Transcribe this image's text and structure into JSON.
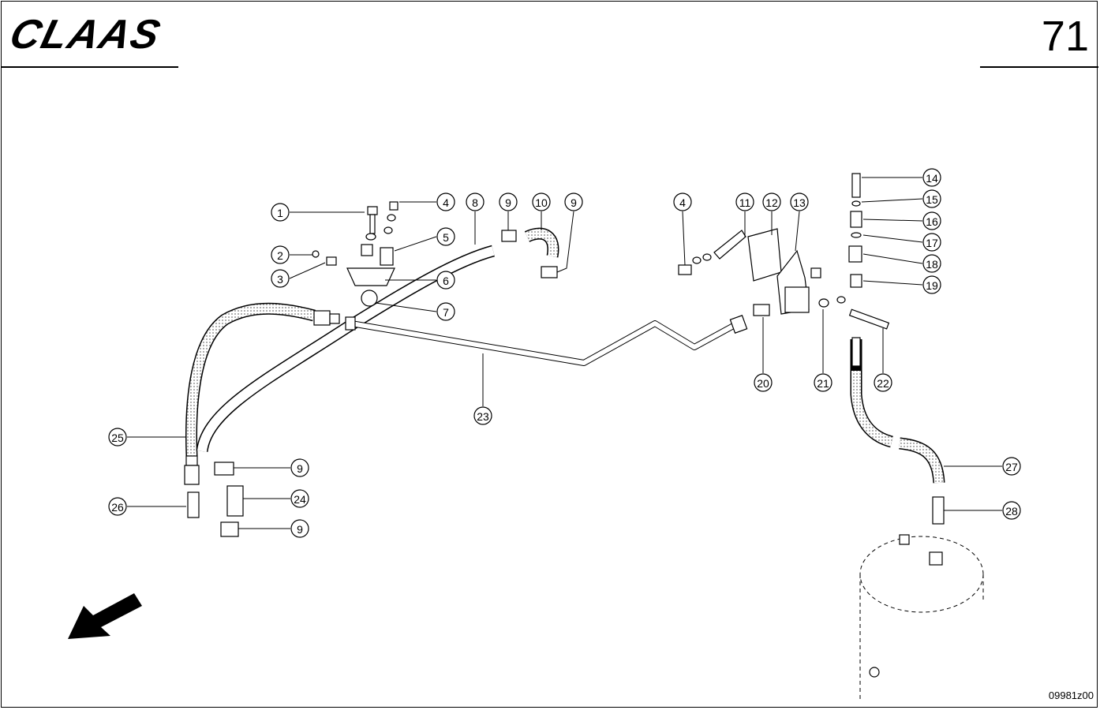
{
  "header": {
    "brand": "CLAAS",
    "page_number": "71"
  },
  "footer": {
    "drawing_code": "09981z00"
  },
  "callouts": [
    {
      "id": "1",
      "label": "1"
    },
    {
      "id": "2",
      "label": "2"
    },
    {
      "id": "3",
      "label": "3"
    },
    {
      "id": "4a",
      "label": "4"
    },
    {
      "id": "5",
      "label": "5"
    },
    {
      "id": "6",
      "label": "6"
    },
    {
      "id": "7",
      "label": "7"
    },
    {
      "id": "8",
      "label": "8"
    },
    {
      "id": "9a",
      "label": "9"
    },
    {
      "id": "10",
      "label": "10"
    },
    {
      "id": "9b",
      "label": "9"
    },
    {
      "id": "4b",
      "label": "4"
    },
    {
      "id": "11",
      "label": "11"
    },
    {
      "id": "12",
      "label": "12"
    },
    {
      "id": "13",
      "label": "13"
    },
    {
      "id": "14",
      "label": "14"
    },
    {
      "id": "15",
      "label": "15"
    },
    {
      "id": "16",
      "label": "16"
    },
    {
      "id": "17",
      "label": "17"
    },
    {
      "id": "18",
      "label": "18"
    },
    {
      "id": "19",
      "label": "19"
    },
    {
      "id": "20",
      "label": "20"
    },
    {
      "id": "21",
      "label": "21"
    },
    {
      "id": "22",
      "label": "22"
    },
    {
      "id": "23",
      "label": "23"
    },
    {
      "id": "25",
      "label": "25"
    },
    {
      "id": "9c",
      "label": "9"
    },
    {
      "id": "24",
      "label": "24"
    },
    {
      "id": "26",
      "label": "26"
    },
    {
      "id": "9d",
      "label": "9"
    },
    {
      "id": "27",
      "label": "27"
    },
    {
      "id": "28",
      "label": "28"
    }
  ],
  "colors": {
    "line": "#000000",
    "background": "#ffffff",
    "hose_pattern": "#9a9a9a"
  }
}
